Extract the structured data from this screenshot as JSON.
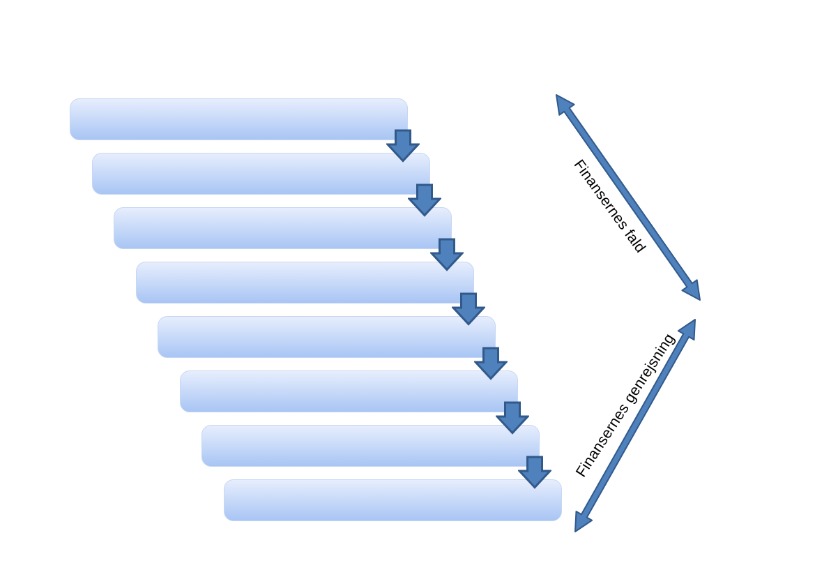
{
  "diagram": {
    "type": "cascade-step-diagram",
    "steps_count": 8,
    "down_arrow_count": 7
  },
  "annotations": {
    "fall_label": "Finansernes fald",
    "recovery_label": "Finansernes genrejsning"
  },
  "icons": {
    "down_arrow": "block-down-arrow",
    "fall_arrow": "double-headed-diagonal-arrow",
    "recovery_arrow": "double-headed-diagonal-arrow"
  },
  "colors": {
    "bar_gradient_top": "#e7eefd",
    "bar_gradient_bottom": "#a8c5f4",
    "bar_border": "#c7d7f3",
    "arrow_fill": "#4f81bd",
    "arrow_stroke": "#31598a",
    "label_color": "#000000",
    "background": "#ffffff"
  }
}
